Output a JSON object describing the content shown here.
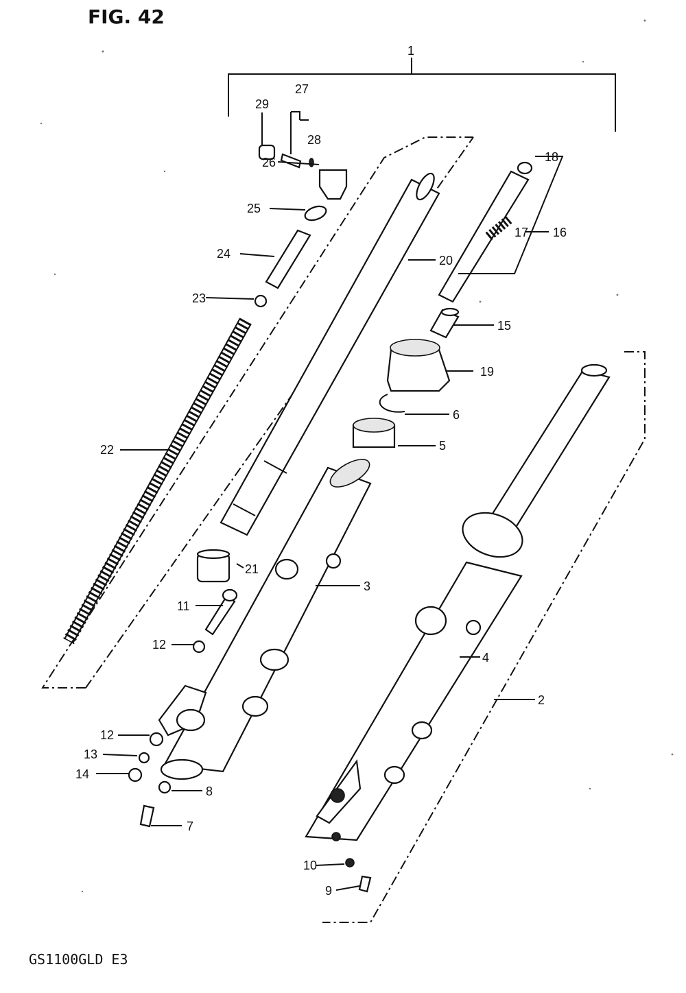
{
  "figure": {
    "title": "FIG. 42",
    "model_code": "GS1100GLD E3"
  },
  "callouts": {
    "p1": "1",
    "p2": "2",
    "p3": "3",
    "p4": "4",
    "p5": "5",
    "p6": "6",
    "p7": "7",
    "p8": "8",
    "p9": "9",
    "p10": "10",
    "p11": "11",
    "p12a": "12",
    "p12b": "12",
    "p13": "13",
    "p14": "14",
    "p15": "15",
    "p16": "16",
    "p17": "17",
    "p18": "18",
    "p19": "19",
    "p20": "20",
    "p21": "21",
    "p22": "22",
    "p23": "23",
    "p24": "24",
    "p25": "25",
    "p26": "26",
    "p27": "27",
    "p28": "28",
    "p29": "29"
  }
}
